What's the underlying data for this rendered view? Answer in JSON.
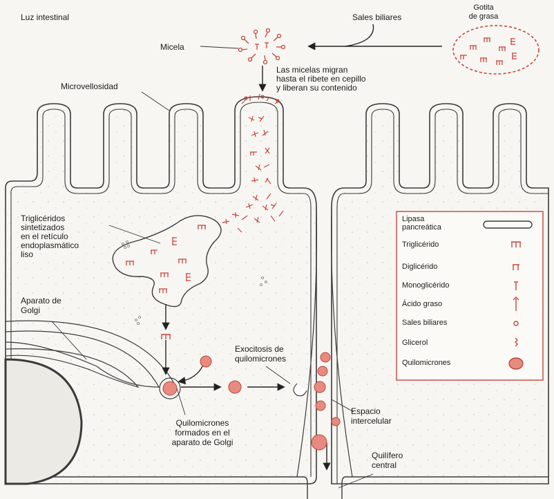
{
  "colors": {
    "accent_red": "#c8443c",
    "chylomicron_fill": "#e88a7f",
    "membrane": "#3a3a3a",
    "background": "#f4f3ef"
  },
  "labels": {
    "luz_intestinal": "Luz intestinal",
    "sales_biliares": "Sales biliares",
    "gotita_de_grasa": "Gotita\nde grasa",
    "micela": "Micela",
    "micelas_migran": "Las micelas migran\nhasta el ribete en cepillo\ny liberan su contenido",
    "microvellosidad": "Microvellosidad",
    "trigliceridos_sintetizados": "Triglicéridos\nsintetizados\nen el retículo\nendoplasmático\nliso",
    "aparato_de_golgi": "Aparato de\nGolgi",
    "exocitosis": "Exocitosis de\nquilomicrones",
    "quilomicrones_formados": "Quilomicrones\nformados en el\naparato de Golgi",
    "espacio_intercelular": "Espacio\nintercelular",
    "quilifero_central": "Quilífero\ncentral"
  },
  "legend": {
    "items": [
      {
        "label": "Lipasa\npancreática",
        "icon": "lipase-icon"
      },
      {
        "label": "Triglicérido",
        "icon": "triglyceride-icon"
      },
      {
        "label": "Diglicérido",
        "icon": "diglyceride-icon"
      },
      {
        "label": "Monoglicérido",
        "icon": "monoglyceride-icon"
      },
      {
        "label": "Ácido graso",
        "icon": "fatty-acid-icon"
      },
      {
        "label": "Sales biliares",
        "icon": "bile-salt-icon"
      },
      {
        "label": "Glicerol",
        "icon": "glycerol-icon"
      },
      {
        "label": "Quilomicrones",
        "icon": "chylomicron-icon"
      }
    ]
  }
}
